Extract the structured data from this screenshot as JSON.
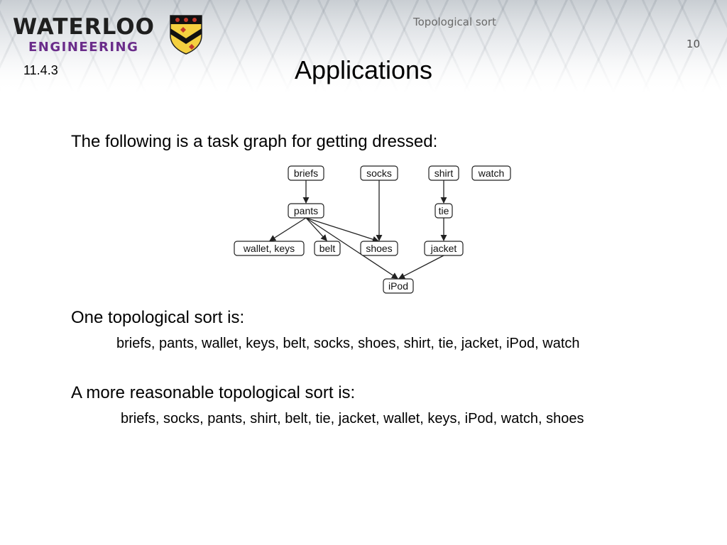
{
  "header": {
    "logo_main": "WATERLOO",
    "logo_sub": "ENGINEERING",
    "deck_title": "Topological sort",
    "page_number": "10",
    "section_number": "11.4.3"
  },
  "slide": {
    "title": "Applications",
    "intro": "The following is a task graph for getting dressed:",
    "sort1_heading": "One topological sort is:",
    "sort1_sequence": "briefs, pants, wallet, keys, belt, socks, shoes, shirt, tie, jacket, iPod, watch",
    "sort2_heading": "A more reasonable topological sort is:",
    "sort2_sequence": "briefs, socks, pants, shirt, belt, tie, jacket, wallet, keys, iPod, watch, shoes"
  },
  "graph": {
    "nodes": [
      {
        "id": "briefs",
        "label": "briefs"
      },
      {
        "id": "socks",
        "label": "socks"
      },
      {
        "id": "shirt",
        "label": "shirt"
      },
      {
        "id": "watch",
        "label": "watch"
      },
      {
        "id": "pants",
        "label": "pants"
      },
      {
        "id": "tie",
        "label": "tie"
      },
      {
        "id": "wallet",
        "label": "wallet, keys"
      },
      {
        "id": "belt",
        "label": "belt"
      },
      {
        "id": "shoes",
        "label": "shoes"
      },
      {
        "id": "jacket",
        "label": "jacket"
      },
      {
        "id": "ipod",
        "label": "iPod"
      }
    ],
    "edges": [
      [
        "briefs",
        "pants"
      ],
      [
        "pants",
        "wallet"
      ],
      [
        "pants",
        "belt"
      ],
      [
        "pants",
        "shoes"
      ],
      [
        "pants",
        "ipod"
      ],
      [
        "socks",
        "shoes"
      ],
      [
        "shirt",
        "tie"
      ],
      [
        "tie",
        "jacket"
      ],
      [
        "jacket",
        "ipod"
      ]
    ]
  }
}
